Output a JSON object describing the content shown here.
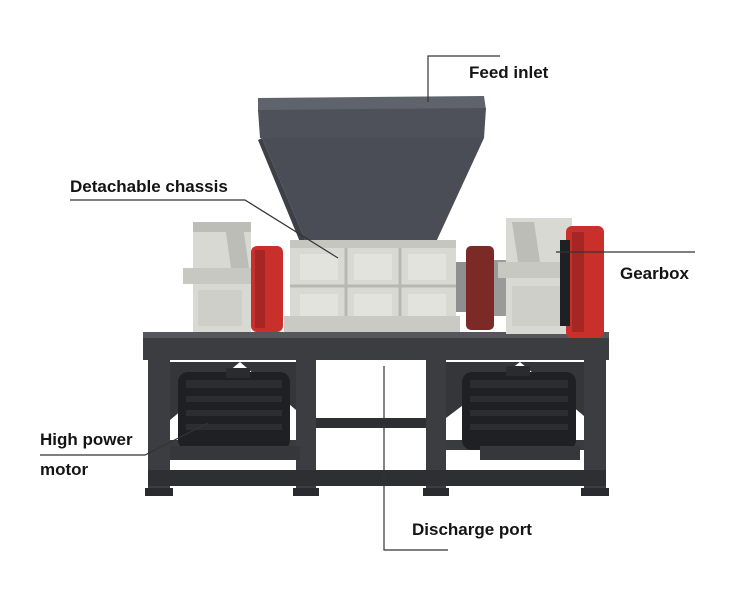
{
  "labels": {
    "feed_inlet": "Feed inlet",
    "detachable_chassis": "Detachable chassis",
    "gearbox": "Gearbox",
    "high_power": "High power",
    "motor": "motor",
    "discharge_port": "Discharge port"
  },
  "colors": {
    "hopper": "#4a4d55",
    "hopper_rim": "#5f636b",
    "frame": "#3c3d41",
    "frame_dark": "#2b2c30",
    "housing": "#d9d9d4",
    "housing_shade": "#bdbdb8",
    "flywheel_red": "#c9302c",
    "motor": "#1f2023",
    "leader_line": "#333333"
  }
}
